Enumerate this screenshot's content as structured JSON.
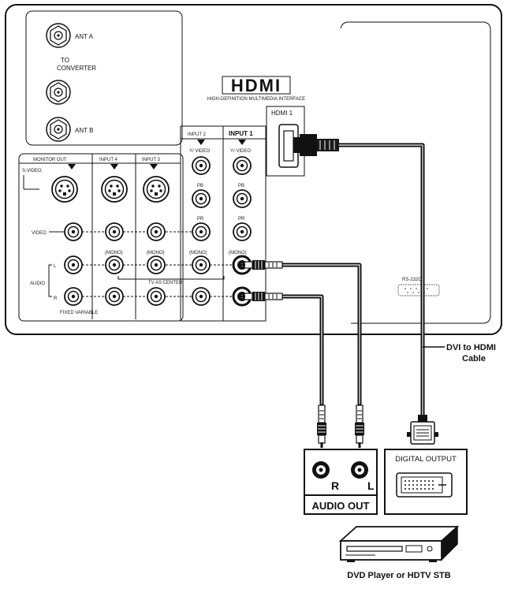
{
  "labels": {
    "ant_a": "ANT A",
    "to_converter_1": "TO",
    "to_converter_2": "CONVERTER",
    "ant_b": "ANT B",
    "hdmi_logo": "HDMI",
    "hdmi_tagline": "HIGH-DEFINITION MULTIMEDIA INTERFACE",
    "hdmi_1": "HDMI 1",
    "monitor_out": "MONITOR OUT",
    "input_4": "INPUT 4",
    "input_3": "INPUT 3",
    "input_2": "INPUT 2",
    "input_1": "INPUT 1",
    "s_video": "S-VIDEO",
    "y_video_2": "Y/ VIDEO",
    "y_video_1": "Y/ VIDEO",
    "pb_2": "PB",
    "pb_1": "PB",
    "pr_2": "PR",
    "pr_1": "PR",
    "video": "VIDEO",
    "audio": "AUDIO",
    "audio_l": "L",
    "audio_r": "R",
    "mono_4": "(MONO)",
    "mono_3": "(MONO)",
    "mono_2": "(MONO)",
    "mono_1": "(MONO)",
    "tv_as_center": "TV AS CENTER",
    "fixed_variable": "FIXED VARIABLE",
    "rs232": "RS-232C",
    "dvi_cable_1": "DVI to HDMI",
    "dvi_cable_2": "Cable",
    "digital_output": "DIGITAL OUTPUT",
    "audio_out": "AUDIO OUT",
    "jack_r": "R",
    "jack_l": "L",
    "device": "DVD Player or HDTV STB"
  }
}
